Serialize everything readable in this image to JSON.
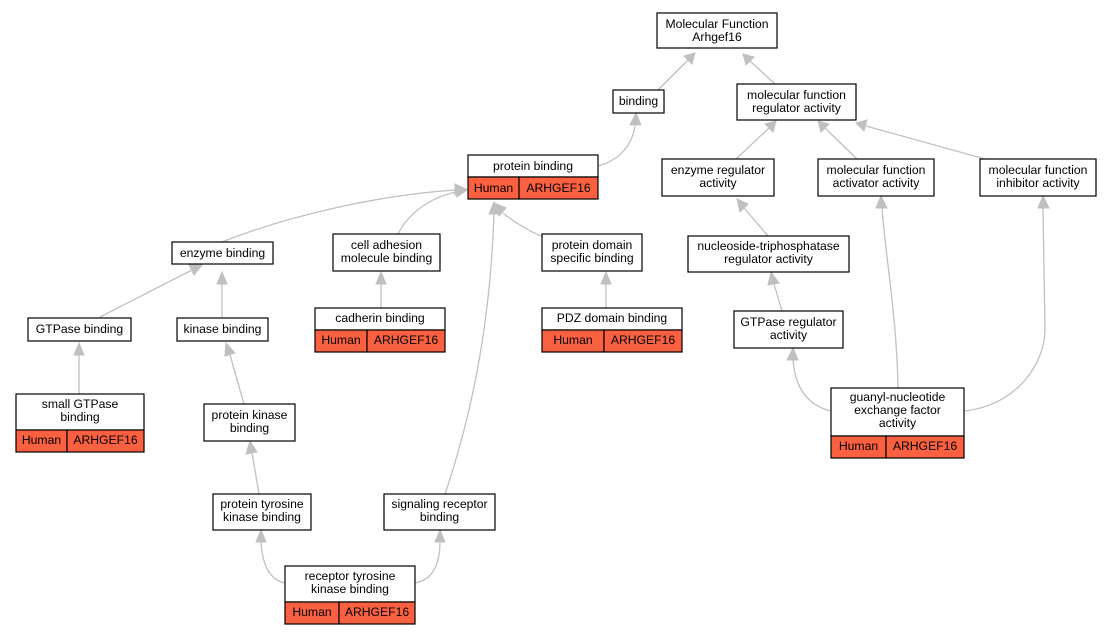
{
  "graph": {
    "root": {
      "line1": "Molecular Function",
      "line2": "Arhgef16"
    },
    "terms": {
      "binding": "binding",
      "mf_regulator_1": "molecular function",
      "mf_regulator_2": "regulator activity",
      "protein_binding": "protein binding",
      "enzyme_regulator_1": "enzyme regulator",
      "enzyme_regulator_2": "activity",
      "mf_activator_1": "molecular function",
      "mf_activator_2": "activator activity",
      "mf_inhibitor_1": "molecular function",
      "mf_inhibitor_2": "inhibitor activity",
      "enzyme_binding": "enzyme binding",
      "cell_adhesion_1": "cell adhesion",
      "cell_adhesion_2": "molecule binding",
      "protein_domain_1": "protein domain",
      "protein_domain_2": "specific binding",
      "ntpase_reg_1": "nucleoside-triphosphatase",
      "ntpase_reg_2": "regulator activity",
      "gtpase_binding": "GTPase binding",
      "kinase_binding": "kinase binding",
      "cadherin_binding": "cadherin binding",
      "pdz_binding": "PDZ domain binding",
      "gtpase_reg_1": "GTPase regulator",
      "gtpase_reg_2": "activity",
      "small_gtpase_1": "small GTPase",
      "small_gtpase_2": "binding",
      "protein_kinase_1": "protein kinase",
      "protein_kinase_2": "binding",
      "gnef_1": "guanyl-nucleotide",
      "gnef_2": "exchange factor",
      "gnef_3": "activity",
      "ptk_binding_1": "protein tyrosine",
      "ptk_binding_2": "kinase binding",
      "signaling_1": "signaling receptor",
      "signaling_2": "binding",
      "rtk_binding_1": "receptor tyrosine",
      "rtk_binding_2": "kinase binding"
    },
    "annotation": {
      "species": "Human",
      "gene": "ARHGEF16"
    },
    "colors": {
      "annotated_fill": "#fb6141",
      "edge": "#c0c0c0",
      "border": "#000000"
    }
  }
}
